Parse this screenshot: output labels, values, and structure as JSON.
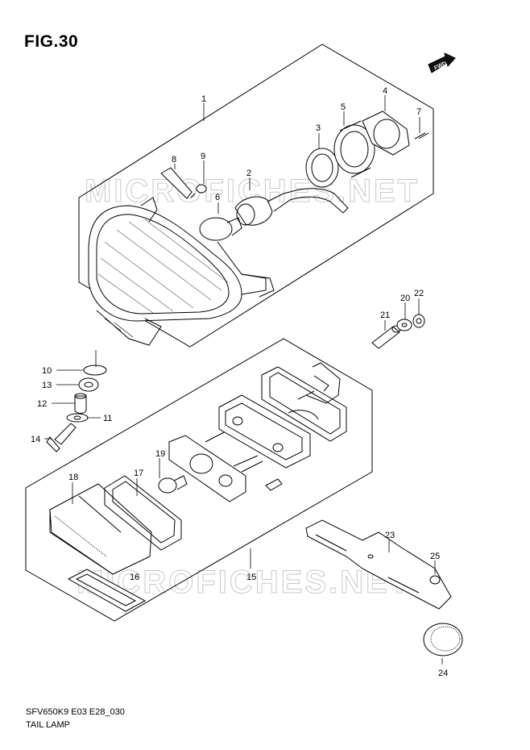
{
  "figure": {
    "title": "FIG.30",
    "code": "SFV650K9 E03 E28_030",
    "caption": "TAIL LAMP",
    "direction_badge": "FWD"
  },
  "watermark": {
    "text_upper": "MICROFICHES.NET",
    "text_lower": "MICROFICHES.NET"
  },
  "callouts": [
    "1",
    "2",
    "3",
    "4",
    "5",
    "6",
    "7",
    "8",
    "9",
    "10",
    "11",
    "12",
    "13",
    "14",
    "15",
    "16",
    "17",
    "18",
    "19",
    "20",
    "21",
    "22",
    "23",
    "24",
    "25"
  ]
}
